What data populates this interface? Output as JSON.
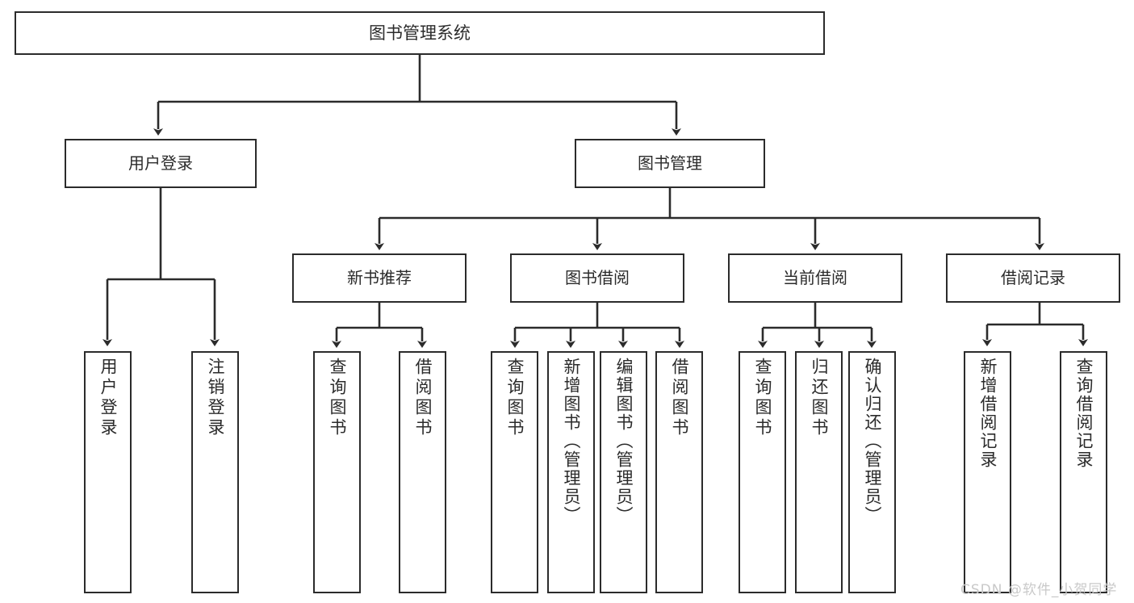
{
  "diagram": {
    "type": "tree",
    "title": "图书管理系统",
    "root": {
      "label": "图书管理系统"
    },
    "level2": [
      {
        "label": "用户登录"
      },
      {
        "label": "图书管理"
      }
    ],
    "level3": [
      {
        "label": "新书推荐"
      },
      {
        "label": "图书借阅"
      },
      {
        "label": "当前借阅"
      },
      {
        "label": "借阅记录"
      }
    ],
    "leaves": {
      "user_login": [
        {
          "label": "用户登录"
        },
        {
          "label": "注销登录"
        }
      ],
      "new_book_recommend": [
        {
          "label": "查询图书"
        },
        {
          "label": "借阅图书"
        }
      ],
      "book_borrow": [
        {
          "label": "查询图书"
        },
        {
          "label": "新增图书（管理员）"
        },
        {
          "label": "编辑图书（管理员）"
        },
        {
          "label": "借阅图书"
        }
      ],
      "current_borrow": [
        {
          "label": "查询图书"
        },
        {
          "label": "归还图书"
        },
        {
          "label": "确认归还（管理员）"
        }
      ],
      "borrow_record": [
        {
          "label": "新增借阅记录"
        },
        {
          "label": "查询借阅记录"
        }
      ]
    }
  },
  "watermark": {
    "text": "CSDN @软件_小贺同学"
  },
  "colors": {
    "stroke": "#2b2b2b",
    "box_fill": "#ffffff",
    "text": "#2b2b2b",
    "watermark": "#c9c9c9",
    "background": "#ffffff"
  }
}
